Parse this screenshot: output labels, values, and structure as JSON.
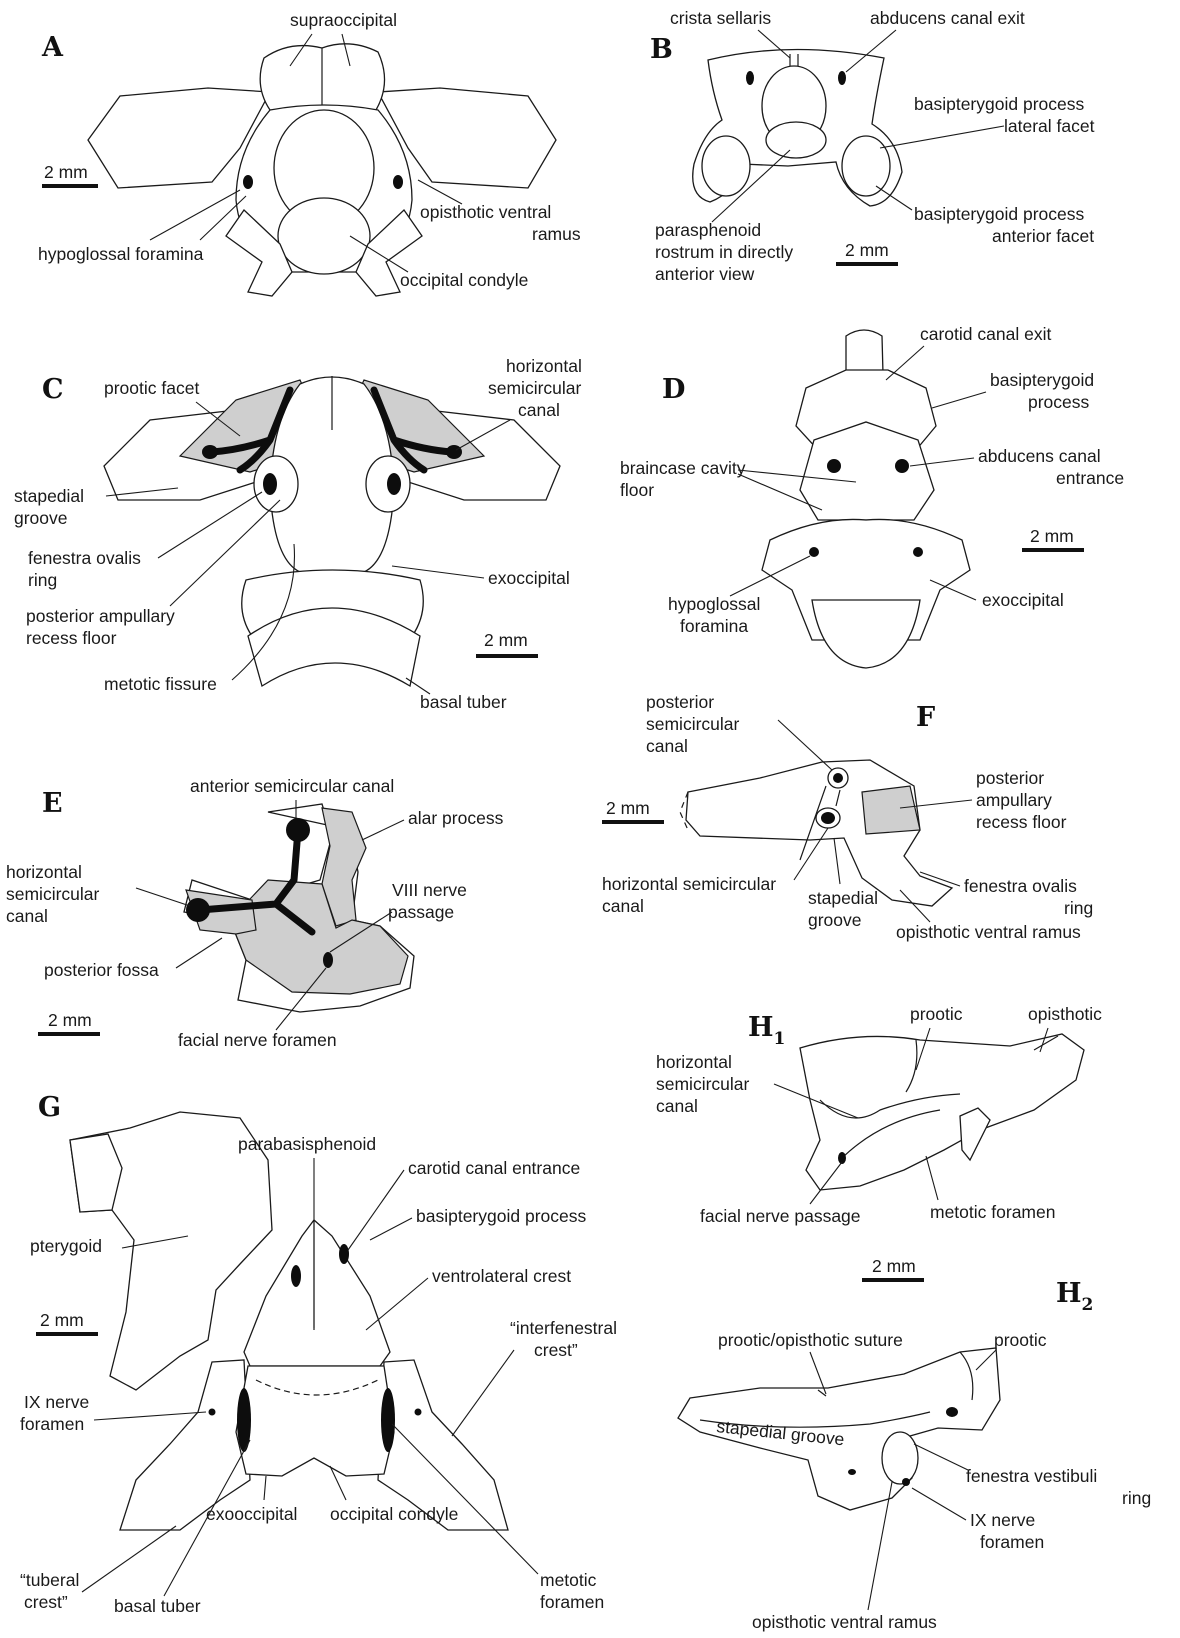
{
  "scale_text": "2 mm",
  "panels": [
    {
      "id": "A",
      "label": "A",
      "annotations": [
        "supraoccipital",
        "2 mm",
        "opisthotic ventral",
        "ramus",
        "hypoglossal foramina",
        "occipital condyle"
      ]
    },
    {
      "id": "B",
      "label": "B",
      "annotations": [
        "crista sellaris",
        "abducens canal exit",
        "basipterygoid process",
        "lateral facet",
        "basipterygoid process",
        "anterior facet",
        "parasphenoid",
        "rostrum in directly",
        "anterior view",
        "2 mm"
      ]
    },
    {
      "id": "C",
      "label": "C",
      "annotations": [
        "prootic facet",
        "horizontal",
        "semicircular",
        "canal",
        "stapedial",
        "groove",
        "fenestra ovalis",
        "ring",
        "exoccipital",
        "posterior ampullary",
        "recess floor",
        "2 mm",
        "metotic fissure",
        "basal tuber"
      ]
    },
    {
      "id": "D",
      "label": "D",
      "annotations": [
        "carotid canal exit",
        "basipterygoid",
        "process",
        "braincase cavity",
        "floor",
        "abducens canal",
        "entrance",
        "2 mm",
        "hypoglossal",
        "foramina",
        "exoccipital"
      ]
    },
    {
      "id": "E",
      "label": "E",
      "annotations": [
        "anterior semicircular canal",
        "alar process",
        "horizontal",
        "semicircular",
        "canal",
        "VIII nerve",
        "passage",
        "posterior fossa",
        "2 mm",
        "facial nerve foramen"
      ]
    },
    {
      "id": "F",
      "label": "F",
      "annotations": [
        "posterior",
        "semicircular",
        "canal",
        "2 mm",
        "posterior",
        "ampullary",
        "recess floor",
        "horizontal semicircular",
        "canal",
        "stapedial",
        "groove",
        "fenestra ovalis",
        "ring",
        "opisthotic ventral ramus"
      ]
    },
    {
      "id": "G",
      "label": "G",
      "annotations": [
        "parabasisphenoid",
        "carotid canal entrance",
        "basipterygoid process",
        "pterygoid",
        "ventrolateral crest",
        "2 mm",
        "“interfenestral",
        "crest”",
        "IX nerve",
        "foramen",
        "exooccipital",
        "occipital condyle",
        "“tuberal",
        "crest”",
        "basal tuber",
        "metotic",
        "foramen"
      ]
    },
    {
      "id": "H1",
      "label": "H",
      "subscript": "1",
      "annotations": [
        "prootic",
        "opisthotic",
        "horizontal",
        "semicircular",
        "canal",
        "facial nerve passage",
        "metotic foramen",
        "2 mm"
      ]
    },
    {
      "id": "H2",
      "label": "H",
      "subscript": "2",
      "annotations": [
        "prootic/opisthotic suture",
        "prootic",
        "stapedial groove",
        "fenestra vestibuli",
        "ring",
        "IX nerve",
        "foramen",
        "opisthotic ventral ramus"
      ]
    }
  ],
  "colors": {
    "ink": "#1a1a1a",
    "bone_fill": "#ffffff",
    "highlight_grey": "#cfcfcf",
    "canal_black": "#0d0d0d"
  }
}
